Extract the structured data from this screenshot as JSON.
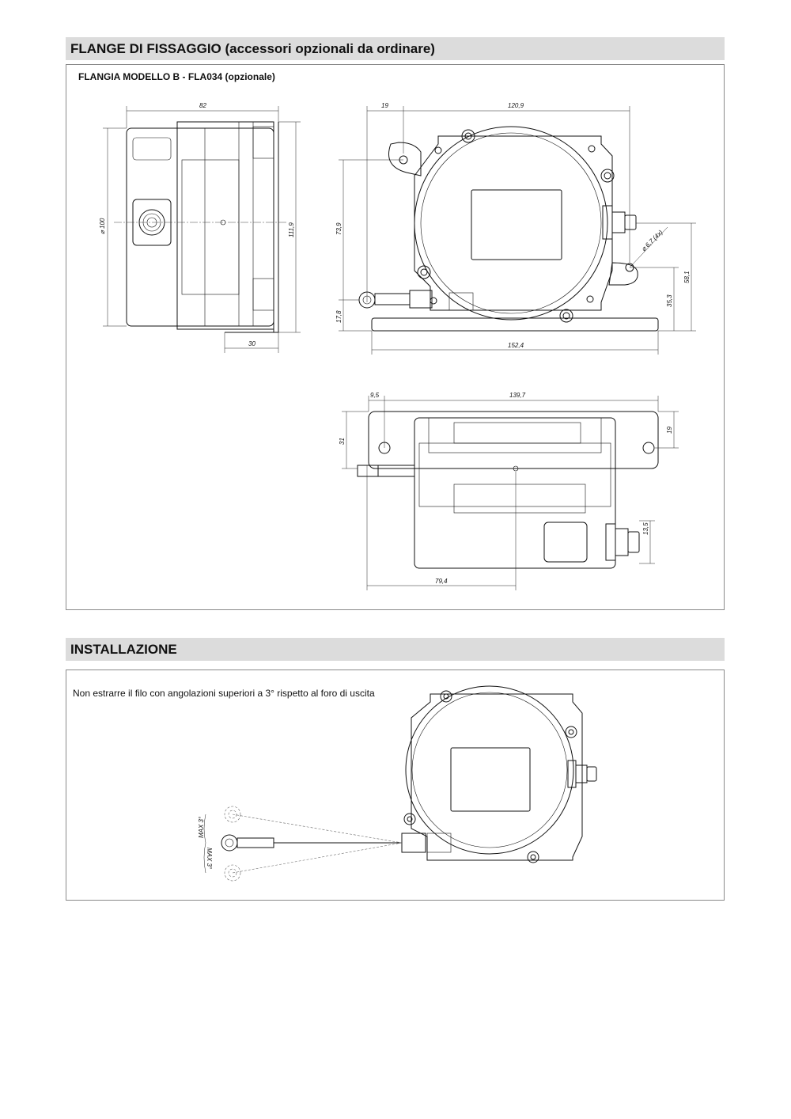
{
  "section1": {
    "title": "FLANGE DI FISSAGGIO (accessori opzionali da ordinare)",
    "subtitle": "FLANGIA MODELLO B - FLA034 (opzionale)",
    "dims": {
      "side_width": "82",
      "side_diameter": "⌀ 100",
      "side_height": "111,9",
      "side_bottom": "30",
      "front_left": "19",
      "front_width": "120,9",
      "front_height": "73,9",
      "front_lower": "17,8",
      "front_hole": "⌀ 6,7 (4x)",
      "front_right_a": "35,3",
      "front_right_b": "58,1",
      "front_base": "152,4",
      "top_left": "9,5",
      "top_width": "139,7",
      "top_left_h": "31",
      "top_right_h": "19",
      "top_connector": "13,5",
      "top_bottom": "79,4"
    }
  },
  "section2": {
    "title": "INSTALLAZIONE",
    "note": "Non estrarre il filo con angolazioni superiori a 3° rispetto al foro di uscita",
    "angle_up": "MAX 3°",
    "angle_down": "MAX 3°"
  }
}
